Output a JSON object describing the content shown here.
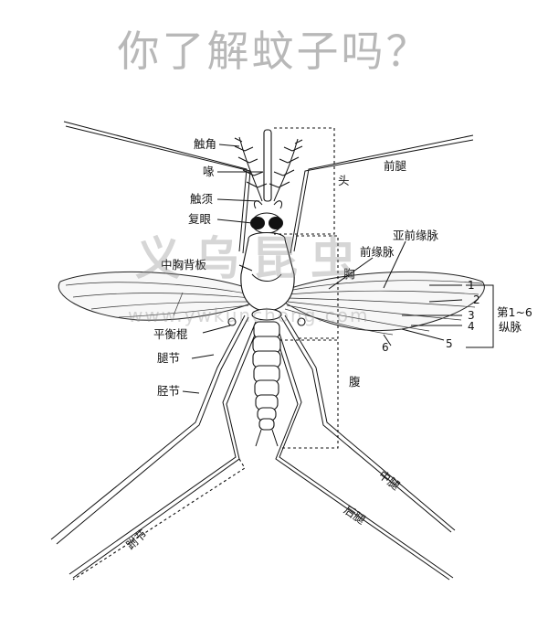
{
  "title": "你了解蚊子吗？",
  "labels": {
    "antenna": "触角",
    "proboscis": "喙",
    "palp": "触须",
    "compound_eye": "复眼",
    "mesonotum": "中胸背板",
    "haltere": "平衡棍",
    "trochanter": "腿节",
    "tibia": "胫节",
    "tarsus": "跗节",
    "head": "头",
    "thorax": "胸",
    "abdomen": "腹",
    "foreleg": "前腿",
    "midleg": "中腿",
    "hindleg": "后腿",
    "subcosta": "亚前缘脉",
    "costa": "前缘脉",
    "vein_group": "第1~6",
    "vein_group_sub": "纵脉"
  },
  "vein_numbers": [
    "1",
    "2",
    "3",
    "4",
    "5",
    "6"
  ],
  "watermark": "义乌昆虫",
  "watermark_url": "www.ywkunchong.com"
}
